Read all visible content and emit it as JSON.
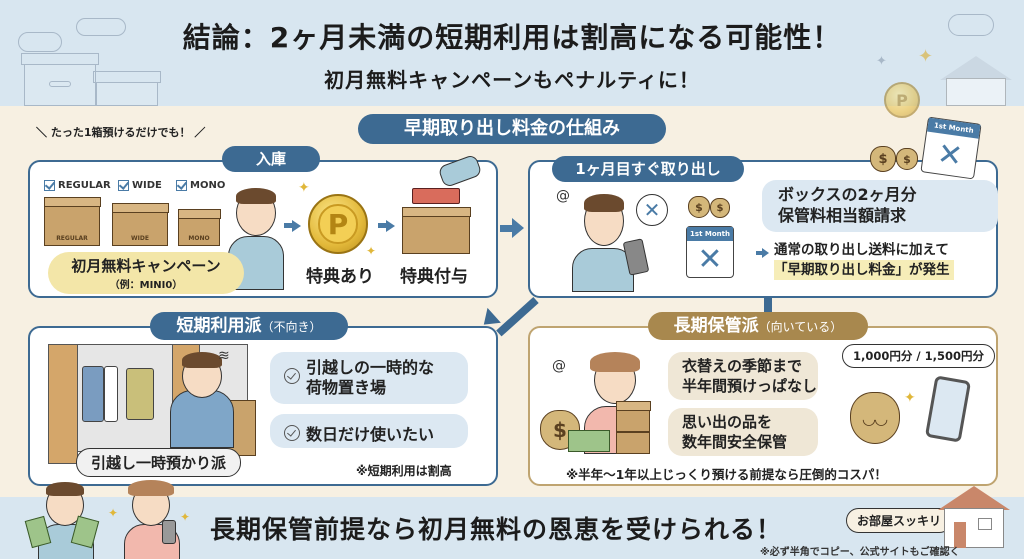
{
  "header": {
    "title": "結論：2ヶ月未満の短期利用は割高になる可能性！",
    "subtitle": "初月無料キャンペーンもペナルティに！"
  },
  "main_section": {
    "title": "早期取り出し料金の仕組み",
    "note_top": "たった1箱預けるだけでも！"
  },
  "panel_deposit": {
    "title": "入庫",
    "box_types": [
      "REGULAR",
      "WIDE",
      "MONO"
    ],
    "campaign_label": "初月無料キャンペーン",
    "campaign_example": "（例：MINI0）",
    "step1_label": "特典あり",
    "step2_label": "特典付与",
    "coin_letter": "P"
  },
  "panel_early": {
    "title": "1ヶ月目すぐ取り出し",
    "calendar_label": "1st Month",
    "bubble_line1": "ボックスの2ヶ月分",
    "bubble_line2": "保管料相当額請求",
    "fee_line1": "通常の取り出し送料に加えて",
    "fee_line2": "「早期取り出し料金」が発生"
  },
  "panel_short": {
    "title": "短期利用派",
    "title_suffix": "（不向き）",
    "items": [
      "引越しの一時的な\n荷物置き場",
      "数日だけ使いたい"
    ],
    "item1_line1": "引越しの一時的な",
    "item1_line2": "荷物置き場",
    "item2": "数日だけ使いたい",
    "tag": "引越し一時預かり派",
    "note": "※短期利用は割高"
  },
  "panel_long": {
    "title": "長期保管派",
    "title_suffix": "（向いている）",
    "item1_line1": "衣替えの季節まで",
    "item1_line2": "半年間預けっぱなし",
    "item2_line1": "思い出の品を",
    "item2_line2": "数年間安全保管",
    "points_bubble": "1,000円分 / 1,500円分",
    "note": "※半年〜1年以上じっくり預ける前提なら圧倒的コスパ！"
  },
  "footer": {
    "message": "長期保管前提なら初月無料の恩恵を受けられる！",
    "tag": "お部屋スッキリ",
    "note": "※必ず半角でコピー、公式サイトもご確認く"
  },
  "colors": {
    "header_bg": "#d8e6f0",
    "page_bg": "#f7f0e2",
    "accent_blue": "#3d6a92",
    "accent_gold": "#a8884e",
    "highlight_yellow": "#f3e6a8"
  }
}
